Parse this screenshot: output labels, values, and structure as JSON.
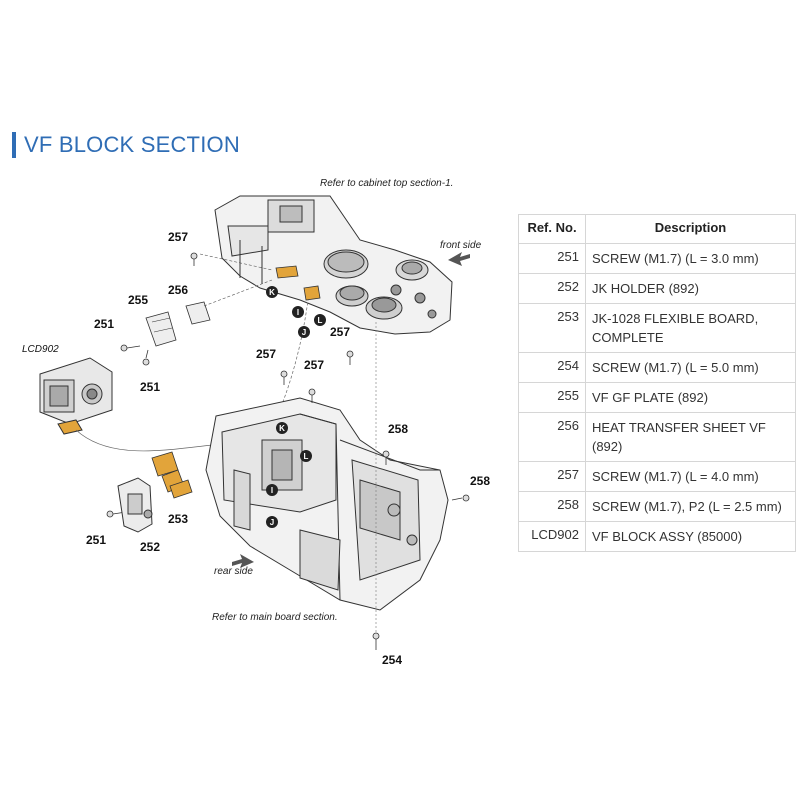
{
  "title": "VF BLOCK SECTION",
  "notes": {
    "cabinet_top": "Refer to cabinet top section-1.",
    "front_side": "front side",
    "rear_side": "rear side",
    "main_board": "Refer to main board section."
  },
  "part_labels": {
    "p257_top": "257",
    "p255": "255",
    "p256": "256",
    "p251_a": "251",
    "p251_b": "251",
    "lcd902": "LCD902",
    "p257_mid_right": "257",
    "p257_b": "257",
    "p257_c": "257",
    "p258_a": "258",
    "p258_b": "258",
    "p251_c": "251",
    "p252": "252",
    "p253": "253",
    "p254": "254"
  },
  "connector_markers": [
    "K",
    "I",
    "J",
    "L",
    "K",
    "L",
    "I",
    "J"
  ],
  "table": {
    "headers": {
      "ref": "Ref. No.",
      "desc": "Description"
    },
    "rows": [
      {
        "ref": "251",
        "desc": "SCREW (M1.7) (L = 3.0 mm)"
      },
      {
        "ref": "252",
        "desc": "JK HOLDER (892)"
      },
      {
        "ref": "253",
        "desc": "JK-1028 FLEXIBLE BOARD, COMPLETE"
      },
      {
        "ref": "254",
        "desc": "SCREW (M1.7) (L = 5.0 mm)"
      },
      {
        "ref": "255",
        "desc": "VF GF PLATE (892)"
      },
      {
        "ref": "256",
        "desc": "HEAT TRANSFER SHEET VF (892)"
      },
      {
        "ref": "257",
        "desc": "SCREW (M1.7) (L = 4.0 mm)"
      },
      {
        "ref": "258",
        "desc": "SCREW (M1.7), P2 (L = 2.5 mm)"
      },
      {
        "ref": "LCD902",
        "desc": "VF BLOCK ASSY (85000)"
      }
    ]
  },
  "colors": {
    "title": "#2f6db5",
    "flex": "#e2a43a",
    "line": "#333333"
  }
}
